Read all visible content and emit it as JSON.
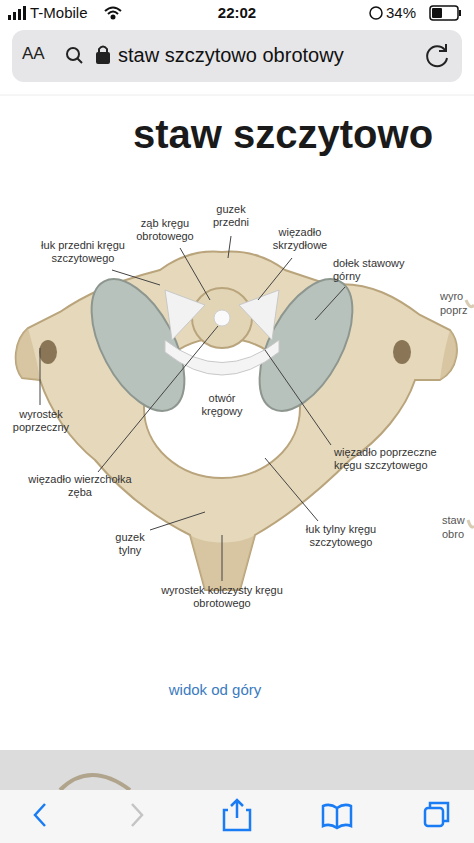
{
  "diagram": {
    "title": "staw szczytowo",
    "labels": [
      "T-Mobile",
      "22:02",
      "34%",
      "AA",
      "staw szczytowo obrotowy",
      "ząb kręgu obrotowego",
      "guzek przedni",
      "więzadło skrzydłowe",
      "łuk przedni kręgu szczytowego",
      "dołek stawowy górny",
      "wyrostek poprzeczny",
      "otwór kręgowy",
      "więzadło poprzeczne kręgu szczytowego",
      "więzadło wierzchołka zęba",
      "guzek tylny",
      "łuk tylny kręgu szczytowego",
      "wyrostek kolczysty kręgu obrotowego",
      "widok od góry",
      "wyro",
      "poprz",
      "staw",
      "obro"
    ]
  }
}
